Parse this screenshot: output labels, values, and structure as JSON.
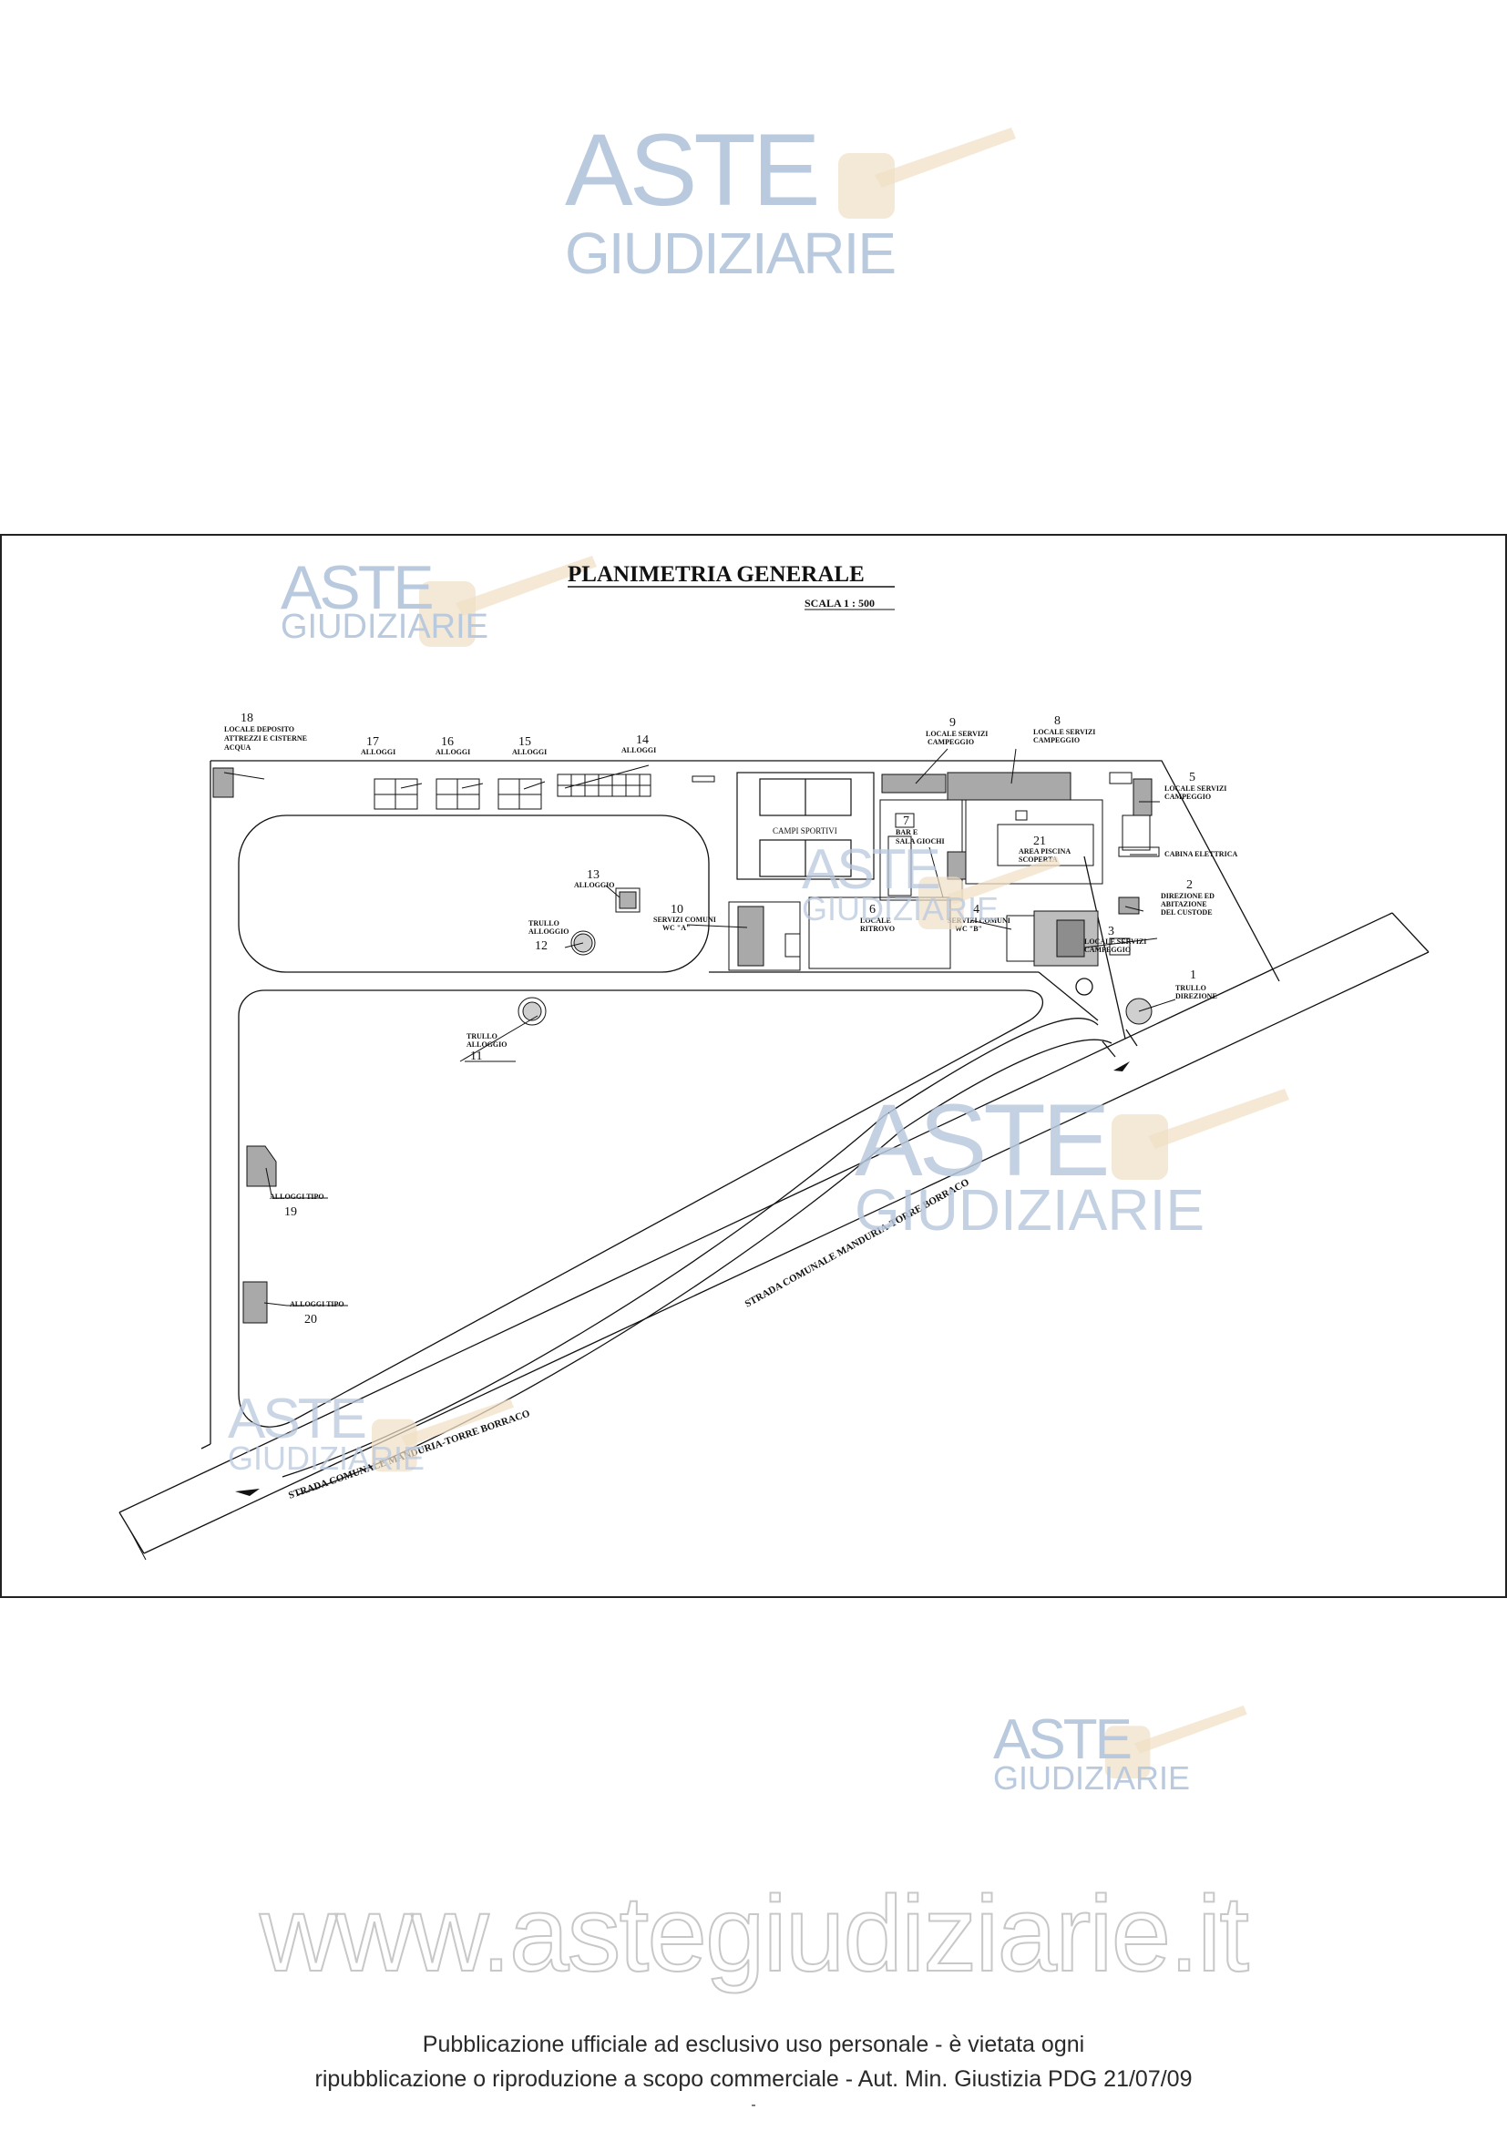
{
  "watermark": {
    "line1": "ASTE",
    "line2": "GIUDIZIARIE"
  },
  "drawing": {
    "title": "PLANIMETRIA GENERALE",
    "scale": "SCALA 1 : 500"
  },
  "labels": [
    {
      "num": "18",
      "text": "LOCALE DEPOSITO"
    },
    {
      "num": "",
      "text": "ATTREZZI E CISTERNE"
    },
    {
      "num": "",
      "text": "ACQUA"
    },
    {
      "num": "17",
      "text": "ALLOGGI"
    },
    {
      "num": "16",
      "text": "ALLOGGI"
    },
    {
      "num": "15",
      "text": "ALLOGGI"
    },
    {
      "num": "14",
      "text": "ALLOGGI"
    },
    {
      "num": "9",
      "text": "LOCALE SERVIZI"
    },
    {
      "num": "",
      "text": "CAMPEGGIO"
    },
    {
      "num": "8",
      "text": "LOCALE SERVIZI"
    },
    {
      "num": "",
      "text": "CAMPEGGIO"
    },
    {
      "num": "5",
      "text": "LOCALE SERVIZI"
    },
    {
      "num": "",
      "text": "CAMPEGGIO"
    },
    {
      "num": "",
      "text": "CABINA ELETTRICA"
    },
    {
      "num": "2",
      "text": "DIREZIONE ED"
    },
    {
      "num": "",
      "text": "ABITAZIONE"
    },
    {
      "num": "",
      "text": "DEL CUSTODE"
    },
    {
      "num": "21",
      "text": "AREA PISCINA"
    },
    {
      "num": "",
      "text": "SCOPERTA"
    },
    {
      "num": "7",
      "text": "BAR E"
    },
    {
      "num": "",
      "text": "SALA GIOCHI"
    },
    {
      "num": "",
      "text": "CAMPI SPORTIVI"
    },
    {
      "num": "13",
      "text": "ALLOGGIO"
    },
    {
      "num": "10",
      "text": "SERVIZI COMUNI"
    },
    {
      "num": "",
      "text": "WC \"A\""
    },
    {
      "num": "6",
      "text": "LOCALE"
    },
    {
      "num": "",
      "text": "RITROVO"
    },
    {
      "num": "4",
      "text": "SERVIZI COMUNI"
    },
    {
      "num": "",
      "text": "WC \"B\""
    },
    {
      "num": "3",
      "text": "LOCALE SERVIZI"
    },
    {
      "num": "",
      "text": "CAMPEGGIO"
    },
    {
      "num": "12",
      "text": "TRULLO"
    },
    {
      "num": "",
      "text": "ALLOGGIO"
    },
    {
      "num": "1",
      "text": "TRULLO"
    },
    {
      "num": "",
      "text": "DIREZIONE"
    },
    {
      "num": "11",
      "text": "TRULLO"
    },
    {
      "num": "",
      "text": "ALLOGGIO"
    },
    {
      "num": "19",
      "text": "ALLOGGI TIPO"
    },
    {
      "num": "20",
      "text": "ALLOGGI TIPO"
    }
  ],
  "road": {
    "name_upper": "STRADA COMUNALE    MANDURIA-TORRE BORRACO",
    "name_lower": "STRADA COMUNALE    MANDURIA-TORRE BORRACO"
  },
  "footer": {
    "url": "www.astegiudiziarie.it",
    "line1": "Pubblicazione ufficiale ad esclusivo uso personale - è vietata ogni",
    "line2": "ripubblicazione o riproduzione a scopo commerciale - Aut. Min. Giustizia PDG 21/07/09",
    "line3": "-"
  },
  "colors": {
    "watermark_blue": "#b9c9de",
    "gavel": "#f1e1c8",
    "ink": "#111111",
    "fill_gray": "#a9a9a9"
  }
}
